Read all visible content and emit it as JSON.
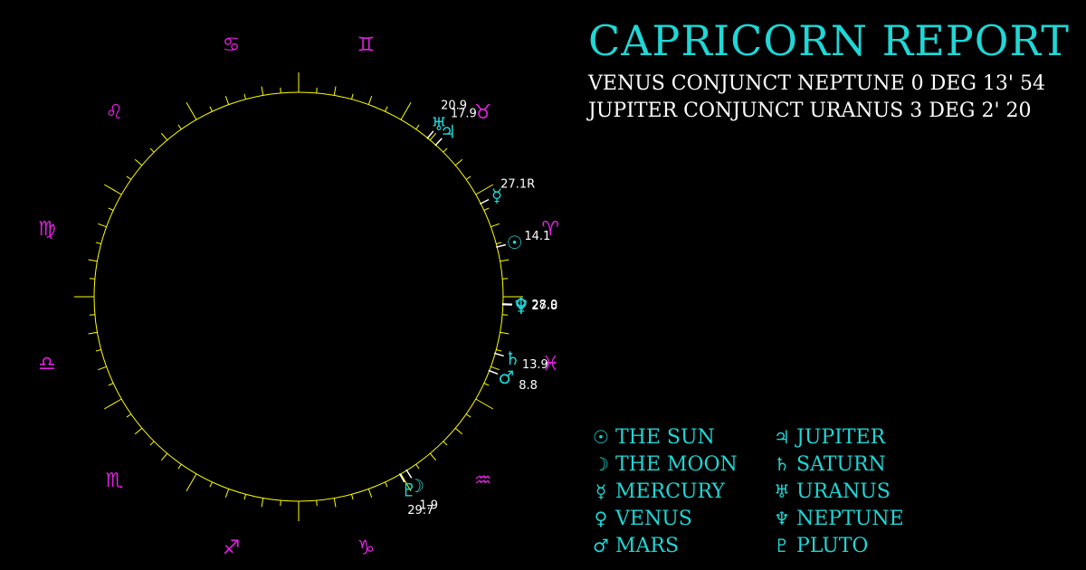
{
  "title": "CAPRICORN REPORT",
  "aspects": [
    "VENUS CONJUNCT NEPTUNE 0 DEG 13' 54",
    "JUPITER CONJUNCT URANUS 3 DEG 2' 20"
  ],
  "colors": {
    "background": "#000000",
    "title": "#20d6d6",
    "planet": "#20d6d6",
    "sign": "#e020e0",
    "wheel": "#ffff00",
    "degree_label": "#ffffff",
    "aspect_text": "#ffffff"
  },
  "wheel": {
    "ascendant_longitude": 180,
    "signs": [
      {
        "name": "aries",
        "glyph": "♈",
        "longitude": 15
      },
      {
        "name": "taurus",
        "glyph": "♉",
        "longitude": 45
      },
      {
        "name": "gemini",
        "glyph": "♊",
        "longitude": 75
      },
      {
        "name": "cancer",
        "glyph": "♋",
        "longitude": 105
      },
      {
        "name": "leo",
        "glyph": "♌",
        "longitude": 135
      },
      {
        "name": "virgo",
        "glyph": "♍",
        "longitude": 165
      },
      {
        "name": "libra",
        "glyph": "♎",
        "longitude": 195
      },
      {
        "name": "scorpio",
        "glyph": "♏",
        "longitude": 225
      },
      {
        "name": "sagittarius",
        "glyph": "♐",
        "longitude": 255
      },
      {
        "name": "capricorn",
        "glyph": "♑",
        "longitude": 285
      },
      {
        "name": "aquarius",
        "glyph": "♒",
        "longitude": 315
      },
      {
        "name": "pisces",
        "glyph": "♓",
        "longitude": 345
      }
    ],
    "planets": [
      {
        "name": "pluto",
        "glyph": "♇",
        "label": "29.7",
        "longitude": 299.7
      },
      {
        "name": "moon",
        "glyph": "☽",
        "label": "1.9",
        "longitude": 301.9
      },
      {
        "name": "mars",
        "glyph": "♂",
        "label": "8.8",
        "longitude": 338.8
      },
      {
        "name": "venus",
        "glyph": "♀",
        "label": "27.8",
        "longitude": 357.8
      },
      {
        "name": "saturn",
        "glyph": "♄",
        "label": "13.9",
        "longitude": 343.9
      },
      {
        "name": "neptune",
        "glyph": "♆",
        "label": "28.0",
        "longitude": 358.0
      },
      {
        "name": "sun",
        "glyph": "☉",
        "label": "14.1",
        "longitude": 14.1
      },
      {
        "name": "mercury",
        "glyph": "☿",
        "label": "27.1R",
        "longitude": 27.1
      },
      {
        "name": "jupiter",
        "glyph": "♃",
        "label": "17.9",
        "longitude": 47.9
      },
      {
        "name": "uranus",
        "glyph": "♅",
        "label": "20.9",
        "longitude": 50.9
      }
    ]
  },
  "legend": [
    [
      {
        "glyph": "☉",
        "label": "THE SUN"
      },
      {
        "glyph": "☽",
        "label": "THE MOON"
      },
      {
        "glyph": "☿",
        "label": "MERCURY"
      },
      {
        "glyph": "♀",
        "label": "VENUS"
      },
      {
        "glyph": "♂",
        "label": "MARS"
      }
    ],
    [
      {
        "glyph": "♃",
        "label": "JUPITER"
      },
      {
        "glyph": "♄",
        "label": "SATURN"
      },
      {
        "glyph": "♅",
        "label": "URANUS"
      },
      {
        "glyph": "♆",
        "label": "NEPTUNE"
      },
      {
        "glyph": "♇",
        "label": "PLUTO"
      }
    ]
  ]
}
